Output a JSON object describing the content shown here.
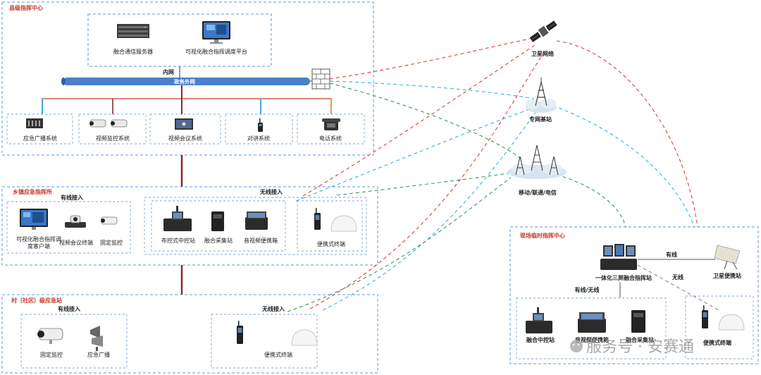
{
  "county": {
    "title": "县级指挥中心",
    "server": "融合通信服务器",
    "platform": "可视化融合指挥调度平台",
    "intranet": "内网",
    "extranet": "政务外网",
    "systems": [
      "应急广播系统",
      "视频监控系统",
      "视频会议系统",
      "对讲系统",
      "电话系统"
    ]
  },
  "town": {
    "title": "乡镇应急指挥所",
    "wired_label": "有线接入",
    "wireless_label": "无线接入",
    "wired_items": [
      "可视化融合指挥调度客户端",
      "视频会议终端",
      "固定监控"
    ],
    "wireless_items": [
      "布控式中控站",
      "融合采集站",
      "音视频便携箱"
    ],
    "portable": "便携式终端"
  },
  "village": {
    "title": "村（社区）级应急站",
    "wired_label": "有线接入",
    "wireless_label": "无线接入",
    "wired_items": [
      "固定监控",
      "应急广播"
    ],
    "portable": "便携式终端"
  },
  "network": {
    "satellite": "卫星网络",
    "private_bs": "专网基站",
    "carriers": "移动/联通/电信"
  },
  "field": {
    "title": "现场临时指挥中心",
    "station": "一体化三屏融合指挥站",
    "wired": "有线",
    "wireless": "无线",
    "wired_wireless": "有线/无线",
    "sat_portable": "卫星便携站",
    "items": [
      "融合中控站",
      "音视频便携箱",
      "融合采集站"
    ],
    "portable": "便携式终端"
  },
  "watermark": "服务号 · 安赛通",
  "colors": {
    "satellite_link": "#e23b3b",
    "private_link": "#35b3e0",
    "carrier_link": "#2e9e55",
    "box_border": "#5b9bd5",
    "title_red": "#c0392b",
    "trunk": "#8b2b2b",
    "bus": "#4a7fc9"
  }
}
